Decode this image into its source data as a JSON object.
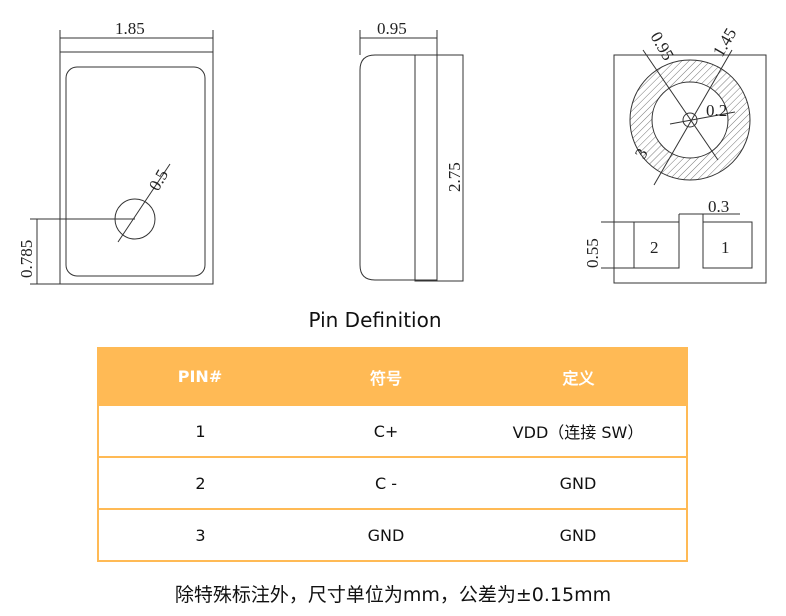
{
  "drawing": {
    "top_view": {
      "width_label": "1.85",
      "hole_label": "0.5",
      "offset_label": "0.785"
    },
    "side_view": {
      "thickness_label": "0.95",
      "height_label": "2.75"
    },
    "bottom_view": {
      "outer_dia_label": "1.45",
      "inner_dia_label": "0.95",
      "center_label": "0.2",
      "ring_pin_label": "3",
      "gap_label": "0.3",
      "pad_height_label": "0.55",
      "pad2_label": "2",
      "pad1_label": "1"
    }
  },
  "pin_definition": {
    "title": "Pin Definition",
    "headers": [
      "PIN#",
      "符号",
      "定义"
    ],
    "rows": [
      [
        "1",
        "C+",
        "VDD（连接 SW）"
      ],
      [
        "2",
        "C -",
        "GND"
      ],
      [
        "3",
        "GND",
        "GND"
      ]
    ],
    "header_color": "#FFBA55"
  },
  "note": "除特殊标注外，尺寸单位为mm，公差为±0.15mm"
}
